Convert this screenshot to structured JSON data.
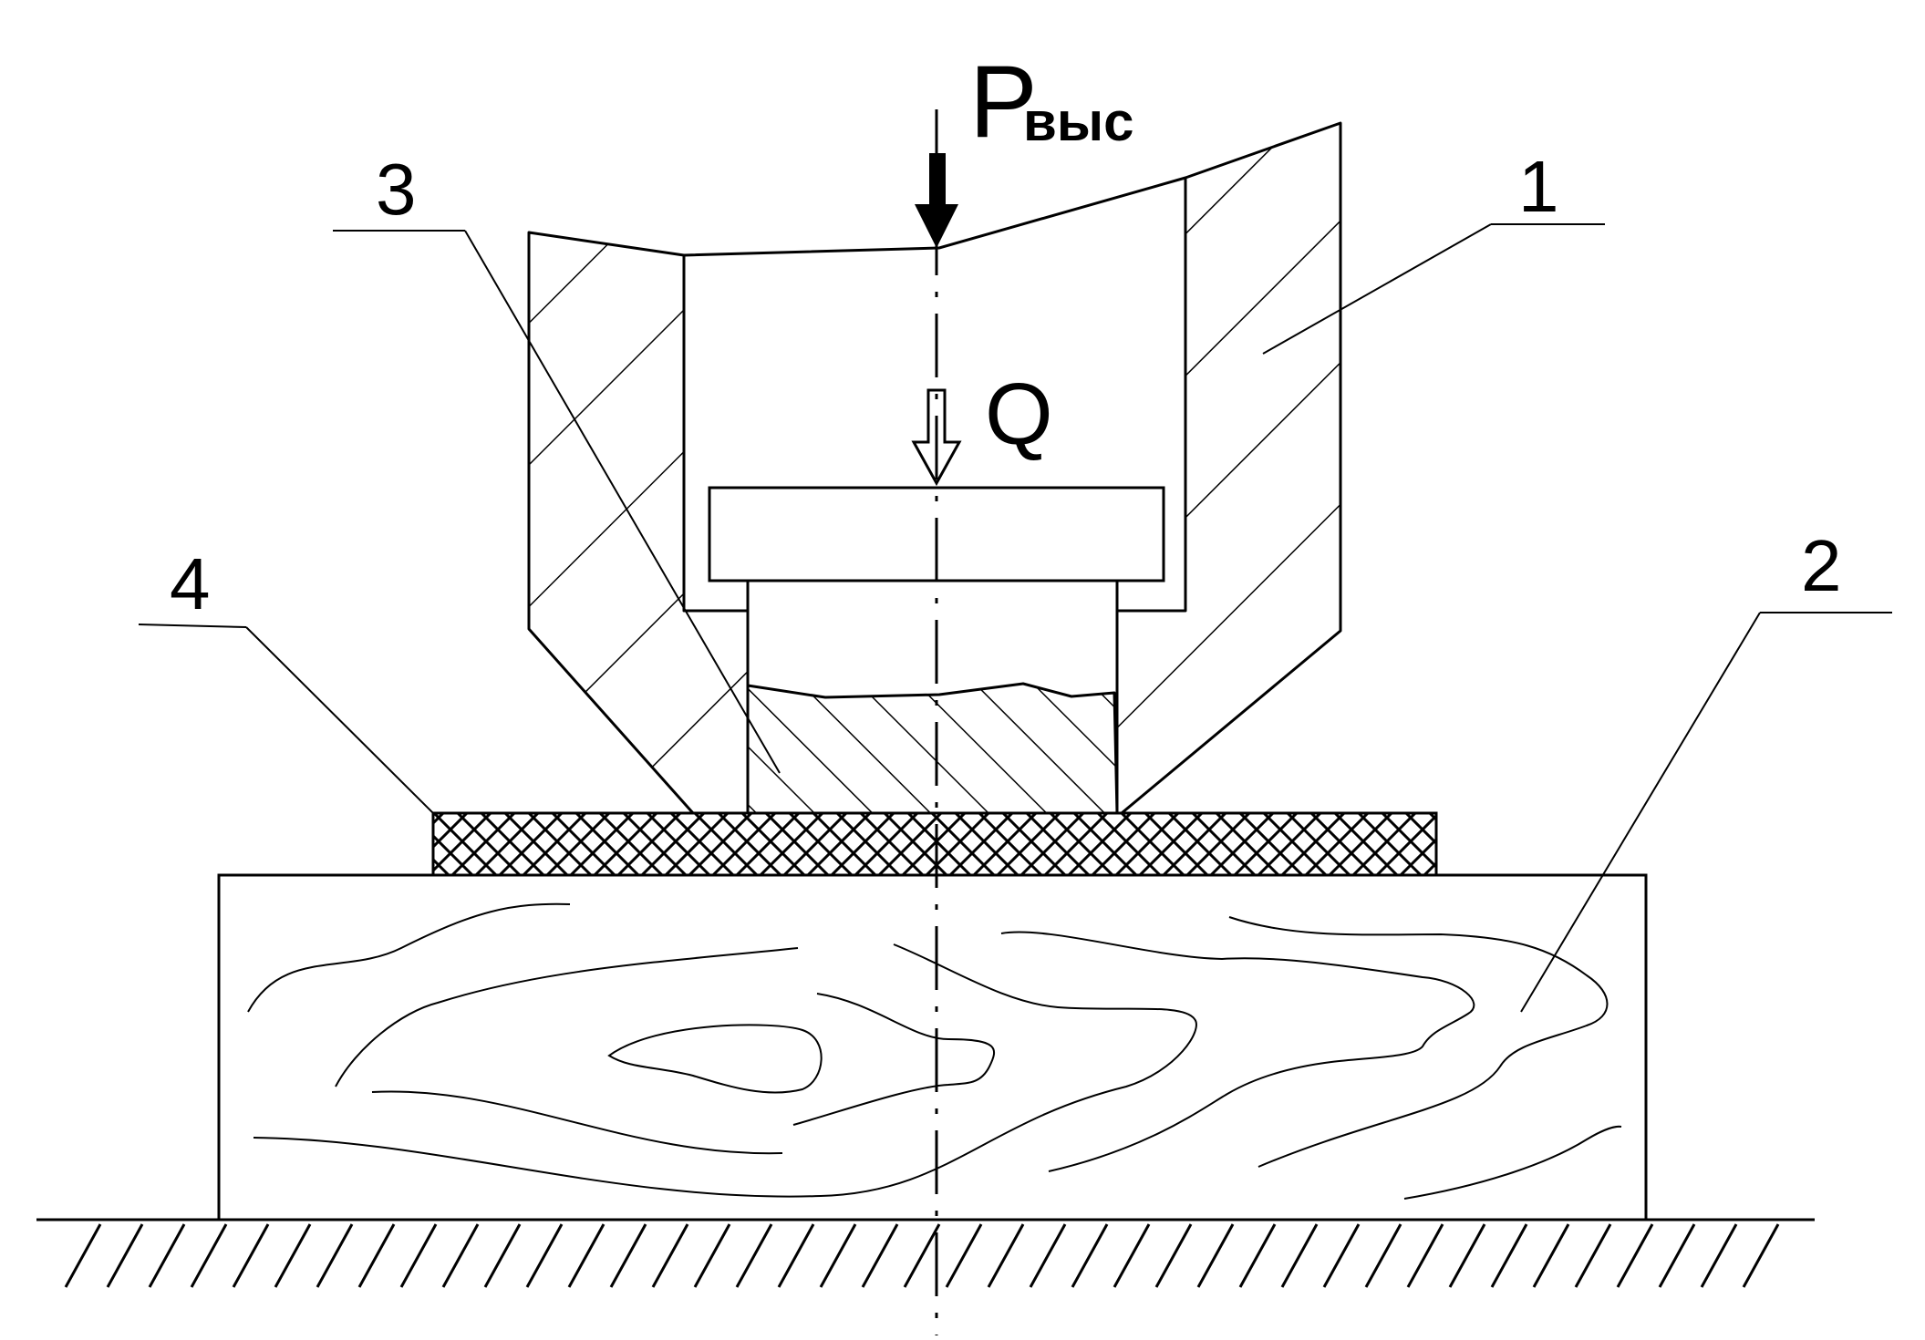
{
  "labels": {
    "force_main": "P",
    "force_sub": "выс",
    "force_q": "Q",
    "part_1": "1",
    "part_2": "2",
    "part_3": "3",
    "part_4": "4"
  },
  "colors": {
    "ink": "#000000",
    "background": "#ffffff"
  }
}
